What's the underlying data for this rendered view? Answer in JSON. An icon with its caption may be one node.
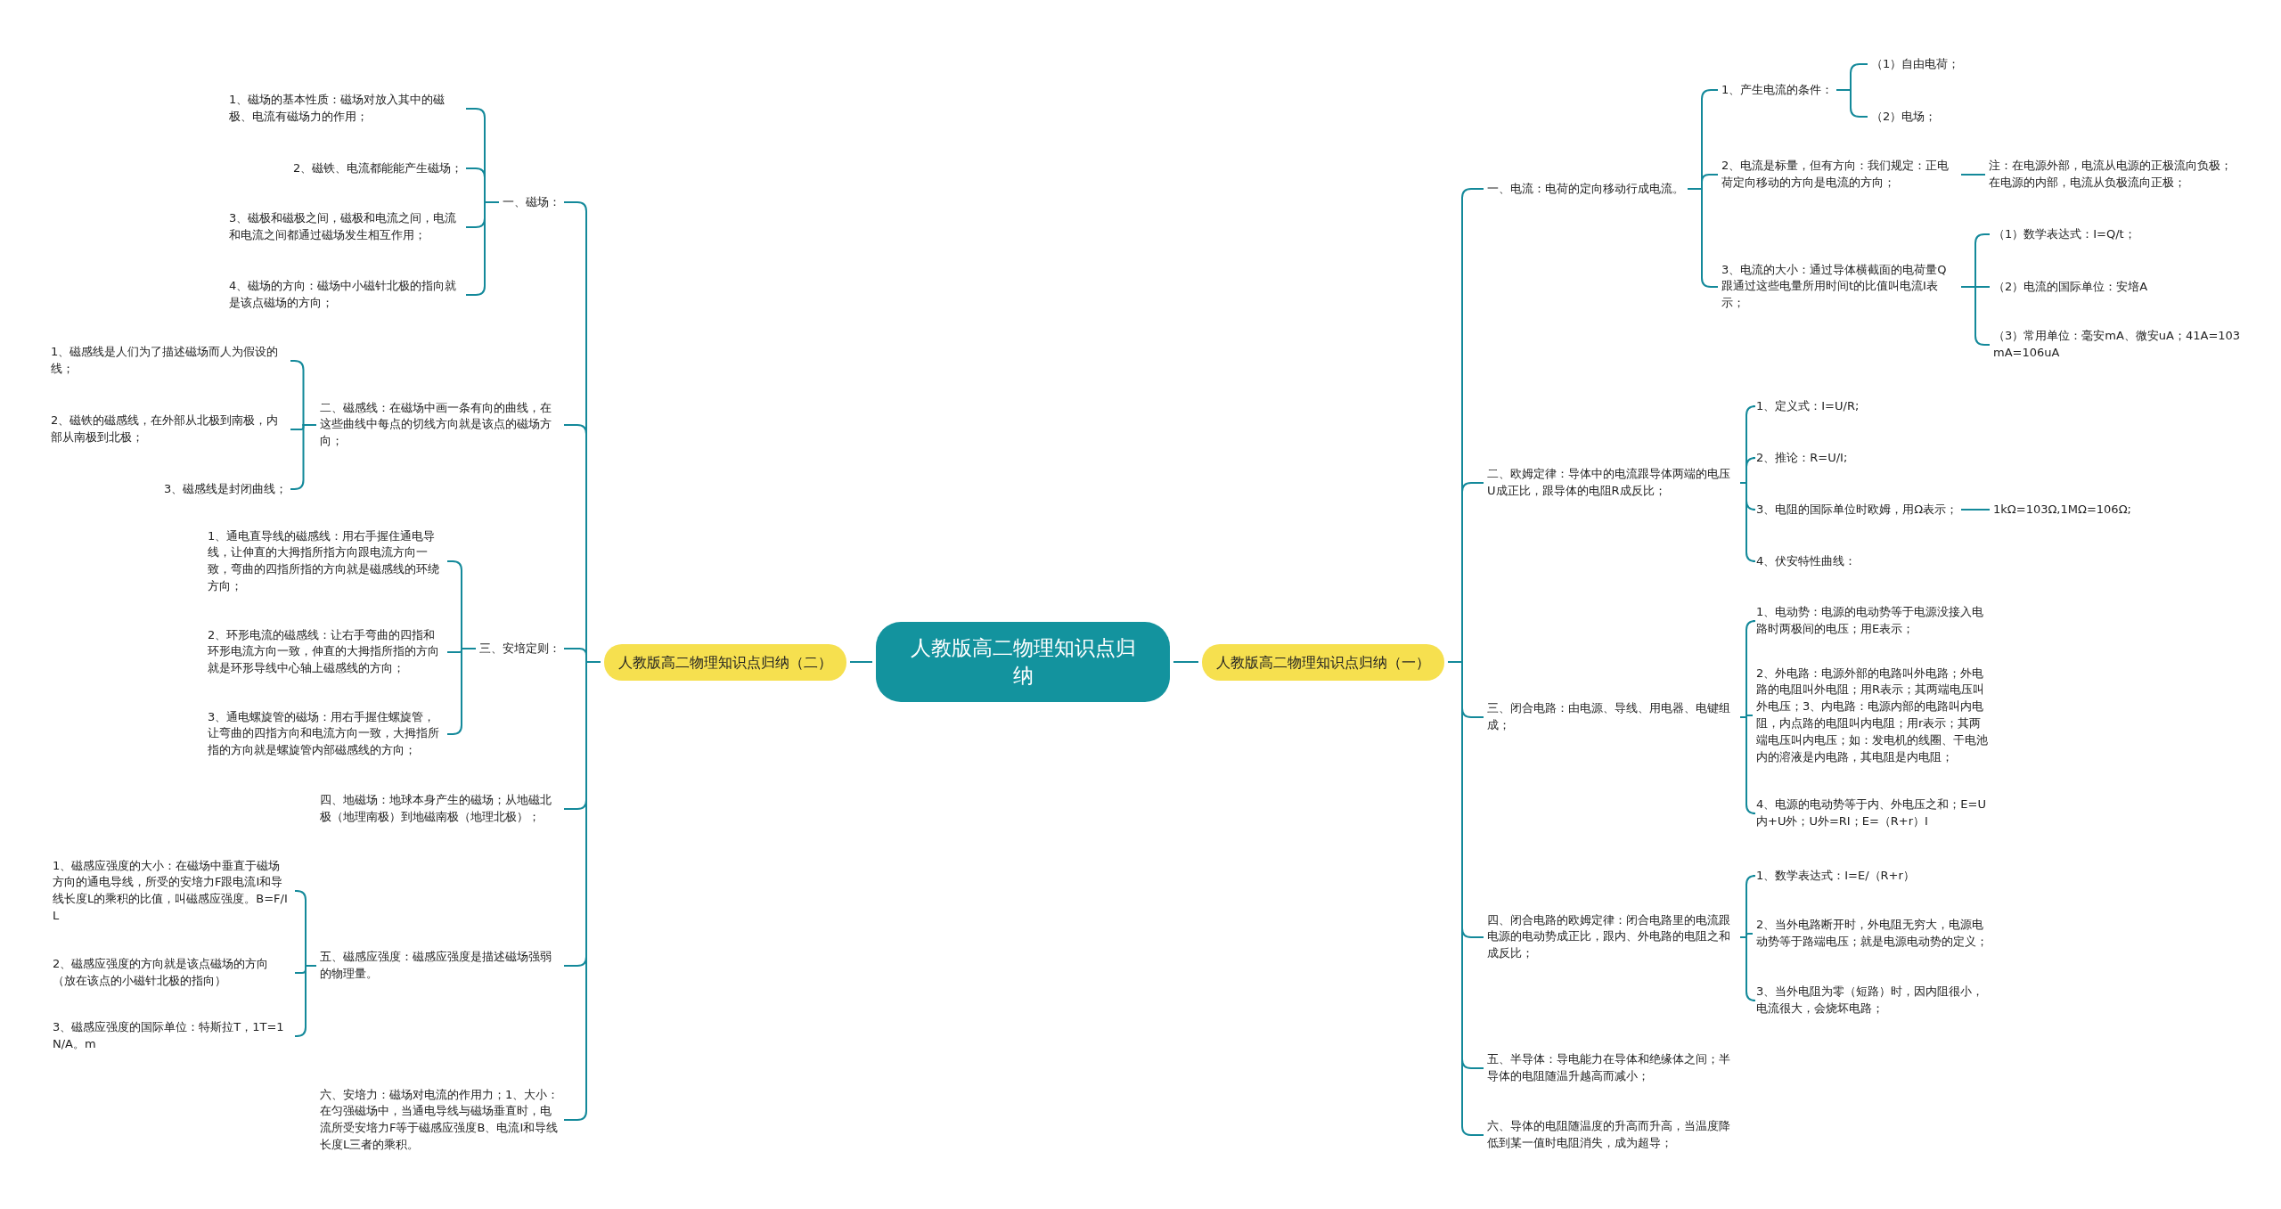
{
  "diagram": {
    "nodes": [
      {
        "text": [
          "人教版高二物理知识点归纳"
        ]
      },
      {
        "text": [
          "人教版高二物理知识点归纳（一）"
        ]
      },
      {
        "text": [
          "人教版高二物理知识点归纳（二）"
        ]
      },
      {
        "text": [
          "一、电流：电荷的定向移动行成电流。"
        ]
      },
      {
        "text": [
          "1、产生电流的条件："
        ]
      },
      {
        "text": [
          "（1）自由电荷；"
        ]
      },
      {
        "text": [
          "（2）电场；"
        ]
      },
      {
        "text": [
          "2、电流是标量，但有方向：我们规定：正电荷定向移动的方向是电流的方向；"
        ]
      },
      {
        "text": [
          "注：在电源外部，电流从电源的正极流向负极；在电源的内部，电流从负极流向正极；"
        ]
      },
      {
        "text": [
          "3、电流的大小：通过导体横截面的电荷量Q跟通过这些电量所用时间t的比值叫电流I表示；"
        ]
      },
      {
        "text": [
          "（1）数学表达式：I=Q/t；"
        ]
      },
      {
        "text": [
          "（2）电流的国际单位：安培A"
        ]
      },
      {
        "text": [
          "（3）常用单位：毫安mA、微安uA；41A=103mA=106uA"
        ]
      },
      {
        "text": [
          "二、欧姆定律：导体中的电流跟导体两端的电压U成正比，跟导体的电阻R成反比；"
        ]
      },
      {
        "text": [
          "1、定义式：I=U/R;"
        ]
      },
      {
        "text": [
          "2、推论：R=U/I;"
        ]
      },
      {
        "text": [
          "3、电阻的国际单位时欧姆，用Ω表示；"
        ]
      },
      {
        "text": [
          "1kΩ=103Ω,1MΩ=106Ω;"
        ]
      },
      {
        "text": [
          "4、伏安特性曲线："
        ]
      },
      {
        "text": [
          "三、闭合电路：由电源、导线、用电器、电键组成；"
        ]
      },
      {
        "text": [
          "1、电动势：电源的电动势等于电源没接入电路时两极间的电压；用E表示；"
        ]
      },
      {
        "text": [
          "2、外电路：电源外部的电路叫外电路；外电路的电阻叫外电阻；用R表示；其两端电压叫外电压；3、内电路：电源内部的电路叫内电阻，内点路的电阻叫内电阻；用r表示；其两端电压叫内电压；如：发电机的线圈、干电池内的溶液是内电路，其电阻是内电阻；"
        ]
      },
      {
        "text": [
          "4、电源的电动势等于内、外电压之和；E=U内+U外；U外=RI；E=（R+r）I"
        ]
      },
      {
        "text": [
          "四、闭合电路的欧姆定律：闭合电路里的电流跟电源的电动势成正比，跟内、外电路的电阻之和成反比；"
        ]
      },
      {
        "text": [
          "1、数学表达式：I=E/（R+r）"
        ]
      },
      {
        "text": [
          "2、当外电路断开时，外电阻无穷大，电源电动势等于路端电压；就是电源电动势的定义；"
        ]
      },
      {
        "text": [
          "3、当外电阻为零（短路）时，因内阻很小，电流很大，会烧坏电路；"
        ]
      },
      {
        "text": [
          "五、半导体：导电能力在导体和绝缘体之间；半导体的电阻随温升越高而减小；"
        ]
      },
      {
        "text": [
          "六、导体的电阻随温度的升高而升高，当温度降低到某一值时电阻消失，成为超导；"
        ]
      },
      {
        "text": [
          "一、磁场："
        ]
      },
      {
        "text": [
          "1、磁场的基本性质：磁场对放入其中的磁极、电流有磁场力的作用；"
        ]
      },
      {
        "text": [
          "2、磁铁、电流都能能产生磁场；"
        ]
      },
      {
        "text": [
          "3、磁极和磁极之间，磁极和电流之间，电流和电流之间都通过磁场发生相互作用；"
        ]
      },
      {
        "text": [
          "4、磁场的方向：磁场中小磁针北极的指向就是该点磁场的方向；"
        ]
      },
      {
        "text": [
          "二、磁感线：在磁场中画一条有向的曲线，在这些曲线中每点的切线方向就是该点的磁场方向；"
        ]
      },
      {
        "text": [
          "1、磁感线是人们为了描述磁场而人为假设的线；"
        ]
      },
      {
        "text": [
          "2、磁铁的磁感线，在外部从北极到南极，内部从南极到北极；"
        ]
      },
      {
        "text": [
          "3、磁感线是封闭曲线；"
        ]
      },
      {
        "text": [
          "三、安培定则："
        ]
      },
      {
        "text": [
          "1、通电直导线的磁感线：用右手握住通电导线，让伸直的大拇指所指方向跟电流方向一致，弯曲的四指所指的方向就是磁感线的环绕方向；"
        ]
      },
      {
        "text": [
          "2、环形电流的磁感线：让右手弯曲的四指和环形电流方向一致，伸直的大拇指所指的方向就是环形导线中心轴上磁感线的方向；"
        ]
      },
      {
        "text": [
          "3、通电螺旋管的磁场：用右手握住螺旋管，让弯曲的四指方向和电流方向一致，大拇指所指的方向就是螺旋管内部磁感线的方向；"
        ]
      },
      {
        "text": [
          "四、地磁场：地球本身产生的磁场；从地磁北极（地理南极）到地磁南极（地理北极）；"
        ]
      },
      {
        "text": [
          "五、磁感应强度：磁感应强度是描述磁场强弱的物理量。"
        ]
      },
      {
        "text": [
          "1、磁感应强度的大小：在磁场中垂直于磁场方向的通电导线，所受的安培力F跟电流I和导线长度L的乘积的比值，叫磁感应强度。B=F/IL"
        ]
      },
      {
        "text": [
          "2、磁感应强度的方向就是该点磁场的方向（放在该点的小磁针北极的指向）"
        ]
      },
      {
        "text": [
          "3、磁感应强度的国际单位：特斯拉T，1T=1N/A。m"
        ]
      },
      {
        "text": [
          "六、安培力：磁场对电流的作用力；1、大小：在匀强磁场中，当通电导线与磁场垂直时，电流所受安培力F等于磁感应强度B、电流I和导线长度L三者的乘积。"
        ]
      }
    ],
    "edges": [
      {
        "from": 0,
        "to": 1,
        "arrow": "none"
      },
      {
        "from": 0,
        "to": 2,
        "arrow": "none"
      },
      {
        "from": 1,
        "to": 3,
        "arrow": "none"
      },
      {
        "from": 3,
        "to": 4,
        "arrow": "none"
      },
      {
        "from": 4,
        "to": 5,
        "arrow": "none"
      },
      {
        "from": 4,
        "to": 6,
        "arrow": "none"
      },
      {
        "from": 3,
        "to": 7,
        "arrow": "none"
      },
      {
        "from": 7,
        "to": 8,
        "arrow": "none"
      },
      {
        "from": 3,
        "to": 9,
        "arrow": "none"
      },
      {
        "from": 9,
        "to": 10,
        "arrow": "none"
      },
      {
        "from": 9,
        "to": 11,
        "arrow": "none"
      },
      {
        "from": 9,
        "to": 12,
        "arrow": "none"
      },
      {
        "from": 1,
        "to": 13,
        "arrow": "none"
      },
      {
        "from": 13,
        "to": 14,
        "arrow": "none"
      },
      {
        "from": 13,
        "to": 15,
        "arrow": "none"
      },
      {
        "from": 13,
        "to": 16,
        "arrow": "none"
      },
      {
        "from": 16,
        "to": 17,
        "arrow": "none"
      },
      {
        "from": 13,
        "to": 18,
        "arrow": "none"
      },
      {
        "from": 1,
        "to": 19,
        "arrow": "none"
      },
      {
        "from": 19,
        "to": 20,
        "arrow": "none"
      },
      {
        "from": 19,
        "to": 21,
        "arrow": "none"
      },
      {
        "from": 19,
        "to": 22,
        "arrow": "none"
      },
      {
        "from": 1,
        "to": 23,
        "arrow": "none"
      },
      {
        "from": 23,
        "to": 24,
        "arrow": "none"
      },
      {
        "from": 23,
        "to": 25,
        "arrow": "none"
      },
      {
        "from": 23,
        "to": 26,
        "arrow": "none"
      },
      {
        "from": 1,
        "to": 27,
        "arrow": "none"
      },
      {
        "from": 1,
        "to": 28,
        "arrow": "none"
      },
      {
        "from": 2,
        "to": 29,
        "arrow": "none"
      },
      {
        "from": 29,
        "to": 30,
        "arrow": "none"
      },
      {
        "from": 29,
        "to": 31,
        "arrow": "none"
      },
      {
        "from": 29,
        "to": 32,
        "arrow": "none"
      },
      {
        "from": 29,
        "to": 33,
        "arrow": "none"
      },
      {
        "from": 2,
        "to": 34,
        "arrow": "none"
      },
      {
        "from": 34,
        "to": 35,
        "arrow": "none"
      },
      {
        "from": 34,
        "to": 36,
        "arrow": "none"
      },
      {
        "from": 34,
        "to": 37,
        "arrow": "none"
      },
      {
        "from": 2,
        "to": 38,
        "arrow": "none"
      },
      {
        "from": 38,
        "to": 39,
        "arrow": "none"
      },
      {
        "from": 38,
        "to": 40,
        "arrow": "none"
      },
      {
        "from": 38,
        "to": 41,
        "arrow": "none"
      },
      {
        "from": 2,
        "to": 42,
        "arrow": "none"
      },
      {
        "from": 2,
        "to": 43,
        "arrow": "none"
      },
      {
        "from": 43,
        "to": 44,
        "arrow": "none"
      },
      {
        "from": 43,
        "to": 45,
        "arrow": "none"
      },
      {
        "from": 43,
        "to": 46,
        "arrow": "none"
      },
      {
        "from": 2,
        "to": 47,
        "arrow": "none"
      }
    ]
  }
}
